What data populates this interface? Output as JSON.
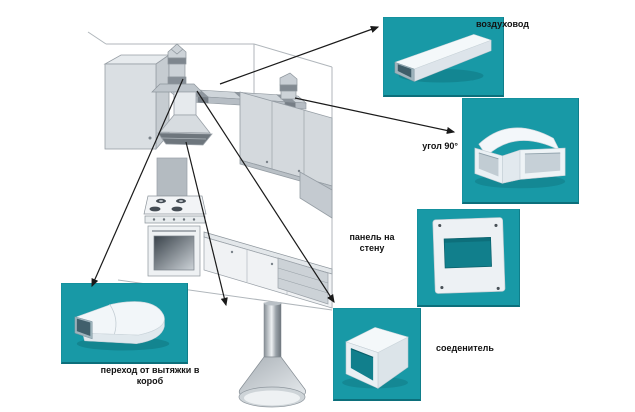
{
  "diagram": {
    "accent_color": "#1899a6",
    "accent_color_dark": "#0c6f7b",
    "arrow_color": "#1a1a1a",
    "components": {
      "duct": {
        "label": "воздуховод"
      },
      "elbow": {
        "label": "угол 90°"
      },
      "wall_panel": {
        "label_line1": "панель на",
        "label_line2": "стену"
      },
      "connector": {
        "label": "соеденитель"
      },
      "transition": {
        "label_line1": "переход от вытяжки в",
        "label_line2": "короб"
      }
    }
  }
}
